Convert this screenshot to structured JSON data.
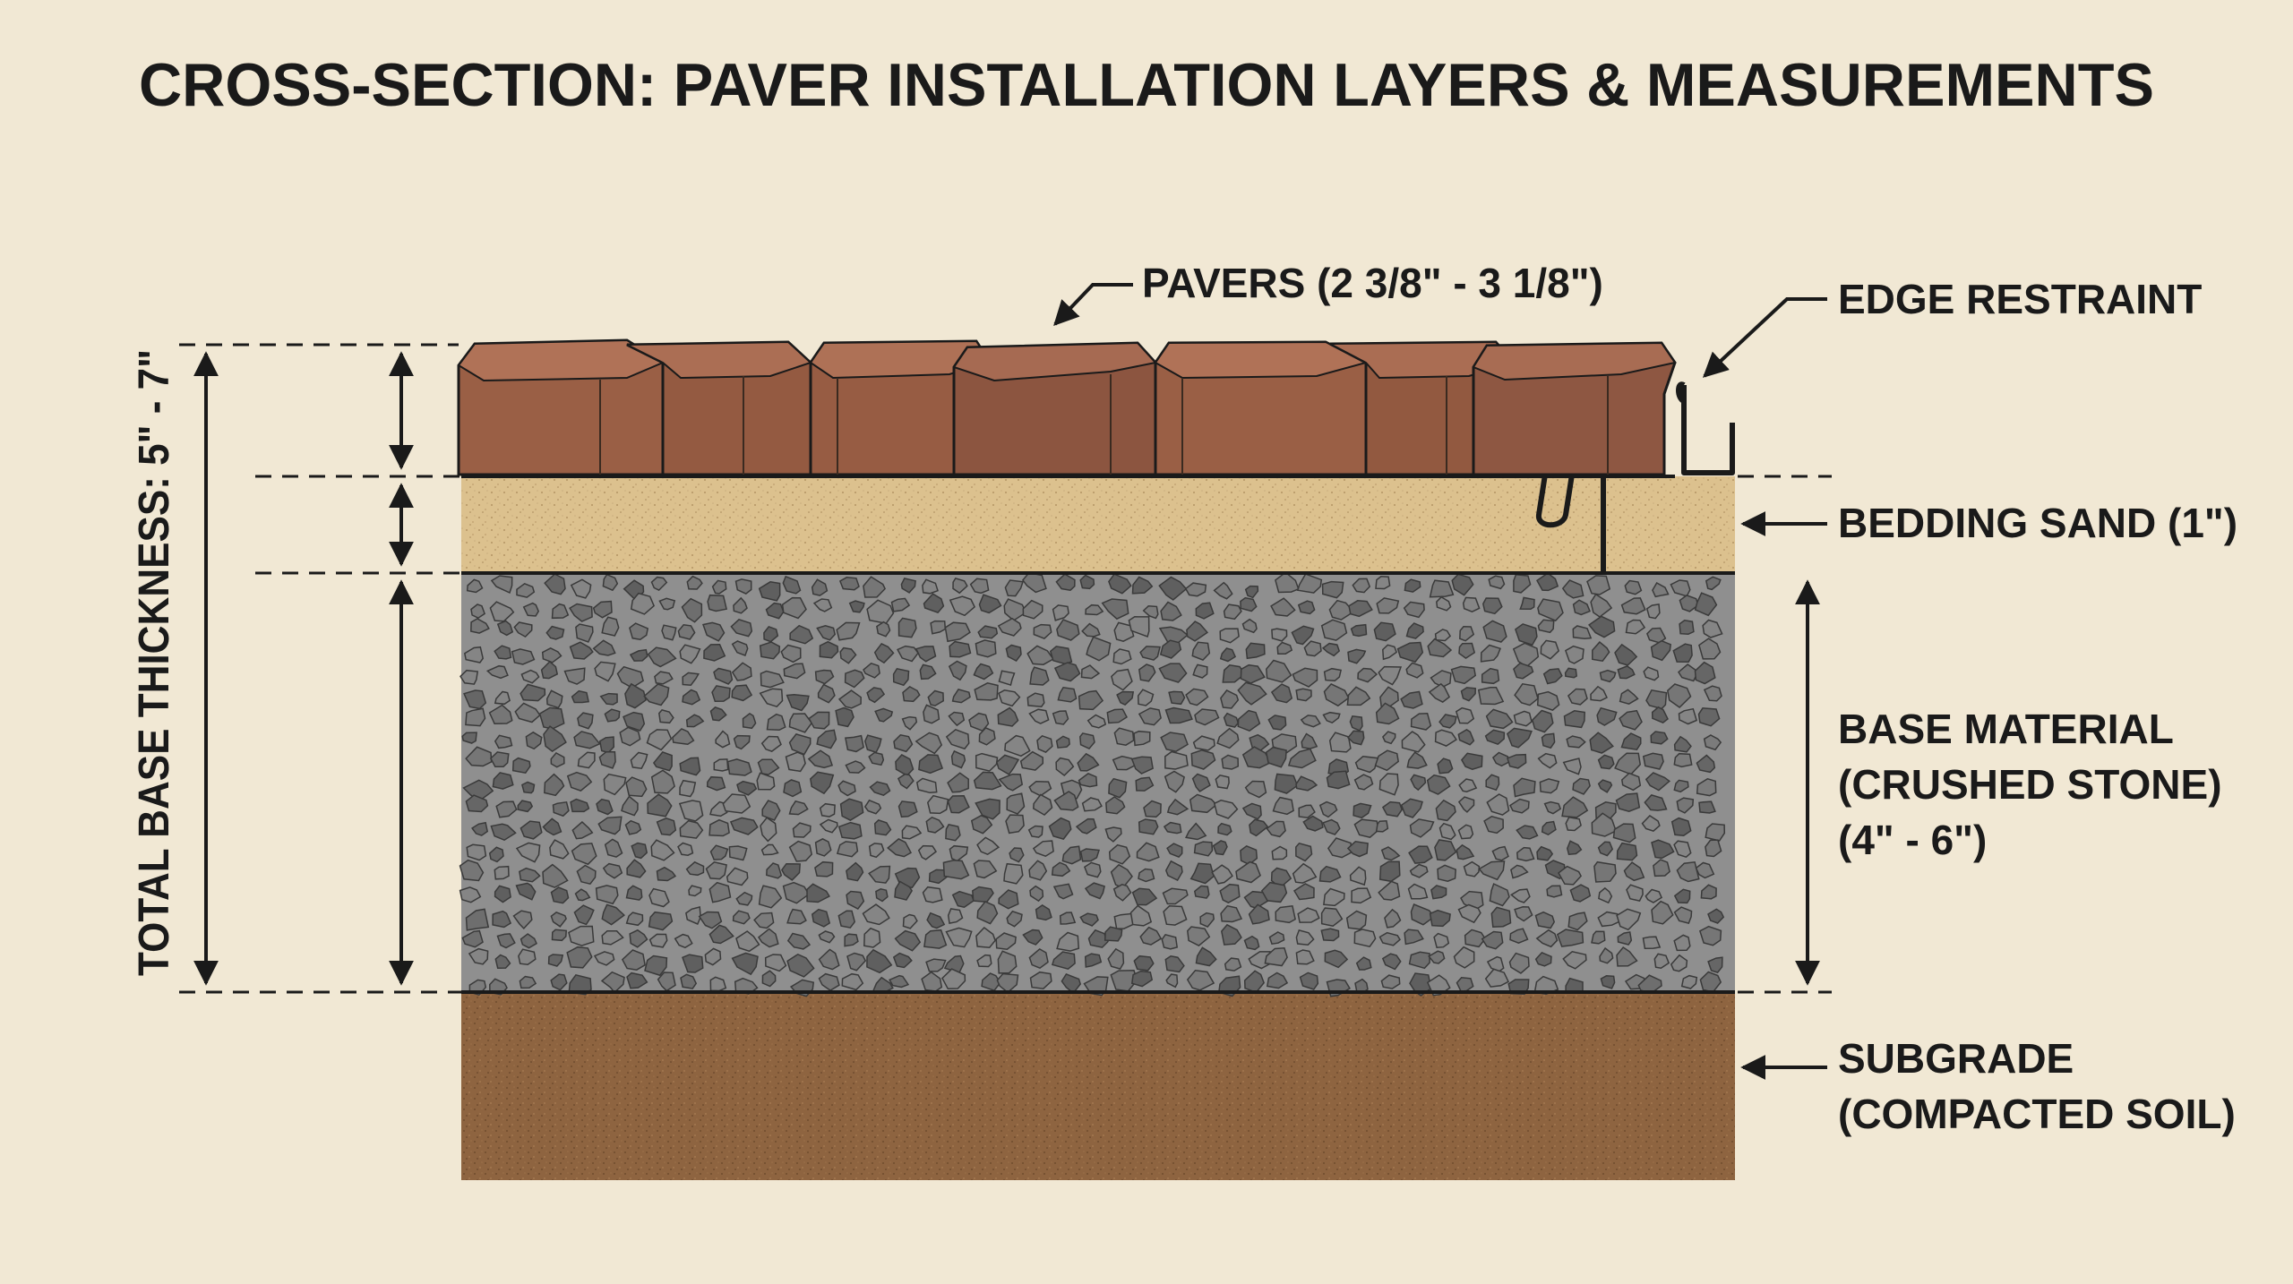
{
  "title": "CROSS-SECTION: PAVER INSTALLATION LAYERS & MEASUREMENTS",
  "labels": {
    "pavers": "PAVERS (2 3/8\" - 3 1/8\")",
    "edge_restraint": "EDGE RESTRAINT",
    "bedding_sand": "BEDDING SAND (1\")",
    "base_line1": "BASE MATERIAL",
    "base_line2": "(CRUSHED STONE)",
    "base_line3": "(4\" - 6\")",
    "subgrade_line1": "SUBGRADE",
    "subgrade_line2": "(COMPACTED SOIL)",
    "total_thickness": "TOTAL BASE THICKNESS: 5\" - 7\""
  },
  "colors": {
    "background": "#f1e8d4",
    "paver": "#9a5f45",
    "paver_top": "#b07257",
    "sand": "#dcc18e",
    "stone_bg": "#8f8f8f",
    "stone": "#727272",
    "soil": "#8e6440",
    "line": "#1a1a1a"
  },
  "layers": [
    {
      "name": "pavers",
      "range": "2 3/8\" - 3 1/8\""
    },
    {
      "name": "bedding sand",
      "range": "1\""
    },
    {
      "name": "base material",
      "range": "4\" - 6\""
    },
    {
      "name": "subgrade",
      "range": ""
    }
  ]
}
